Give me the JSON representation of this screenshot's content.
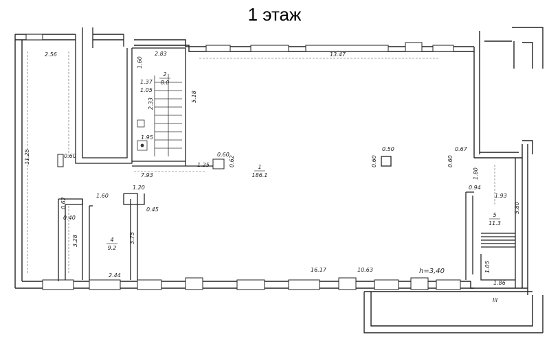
{
  "title": "1 этаж",
  "dimensions": {
    "d_2_56": "2.56",
    "d_2_83": "2.83",
    "d_13_47": "13.47",
    "d_11_25": "11.25",
    "d_7_93": "7.93",
    "d_1_25": "1.25",
    "d_0_60a": "0.60",
    "d_0_62a": "0.62",
    "d_0_50": "0.50",
    "d_0_60b": "0.60",
    "d_0_67": "0.67",
    "d_0_60c": "0.60",
    "d_5_18": "5.18",
    "d_1_60": "1.60",
    "d_1_37": "1.37",
    "d_1_05": "1.05",
    "d_2_33": "2.33",
    "d_1_95": "1.95",
    "d_1_20": "1.20",
    "d_1_60b": "1.60",
    "d_0_45": "0.45",
    "d_0_62b": "0.62",
    "d_0_40": "0.40",
    "d_3_28": "3.28",
    "d_3_75": "3.75",
    "d_2_44": "2.44",
    "d_16_17": "16.17",
    "d_10_63": "10.63",
    "d_1_80": "1.80",
    "d_0_94": "0.94",
    "d_1_93": "1.93",
    "d_5_80": "5.80",
    "d_1_05b": "1.05",
    "d_1_86": "1.86",
    "height": "h=3,40",
    "mark_III": "III"
  },
  "rooms": {
    "r1_num": "1",
    "r1_area": "186.1",
    "r2_num": "2",
    "r2_area": "8.0",
    "r4_num": "4",
    "r4_area": "9.2",
    "r5_num": "5",
    "r5_area": "11.3"
  }
}
